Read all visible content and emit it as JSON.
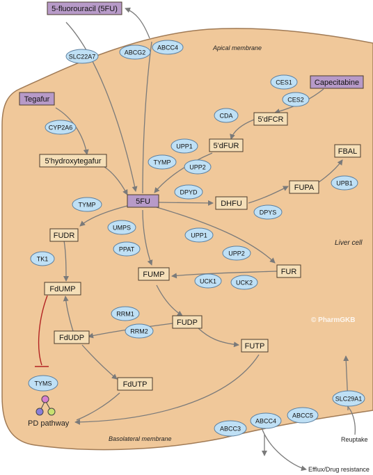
{
  "colors": {
    "cell_fill": "#f0c89a",
    "cell_stroke": "#a07a55",
    "drug_fill": "#b79ac8",
    "metabolite_fill": "#f5dfb8",
    "enzyme_fill": "#bfe0f5",
    "enzyme_stroke": "#5a7fa0",
    "arrow": "#7a7a7a",
    "inhibit": "#b22222"
  },
  "labels": {
    "apical": "Apical membrane",
    "basolateral": "Basolateral membrane",
    "liver_cell": "Liver cell",
    "watermark": "© PharmGKB",
    "pd_pathway": "PD pathway",
    "reuptake": "Reuptake",
    "efflux": "Efflux/Drug resistance"
  },
  "nodes": {
    "fu_out": "5-fluorouracil (5FU)",
    "tegafur": "Tegafur",
    "capecitabine": "Capecitabine",
    "hydroxytegafur": "5'hydroxytegafur",
    "dfcr": "5'dFCR",
    "dfur": "5'dFUR",
    "fu": "5FU",
    "fbal": "FBAL",
    "fupa": "FUPA",
    "dhfu": "DHFU",
    "fudr": "FUDR",
    "fump": "FUMP",
    "fur": "FUR",
    "fdump": "FdUMP",
    "fudp": "FUDP",
    "fdudp": "FdUDP",
    "futp": "FUTP",
    "fdutp": "FdUTP"
  },
  "enzymes": {
    "slc22a7": "SLC22A7",
    "abcg2": "ABCG2",
    "abcc4_top": "ABCC4",
    "ces1": "CES1",
    "ces2": "CES2",
    "cda": "CDA",
    "cyp2a6": "CYP2A6",
    "upp1_a": "UPP1",
    "tymp_a": "TYMP",
    "upp2_a": "UPP2",
    "dpyd": "DPYD",
    "dpys": "DPYS",
    "upb1": "UPB1",
    "tymp_b": "TYMP",
    "umps": "UMPS",
    "ppat": "PPAT",
    "upp1_b": "UPP1",
    "upp2_b": "UPP2",
    "tk1": "TK1",
    "uck1": "UCK1",
    "uck2": "UCK2",
    "rrm1": "RRM1",
    "rrm2": "RRM2",
    "tyms": "TYMS",
    "slc29a1": "SLC29A1",
    "abcc3": "ABCC3",
    "abcc4_bottom": "ABCC4",
    "abcc5": "ABCC5"
  }
}
